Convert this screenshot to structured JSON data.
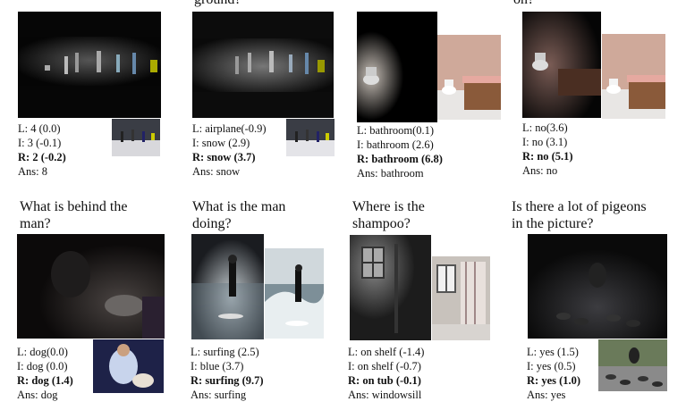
{
  "top_questions": [
    "ground?",
    "on?"
  ],
  "panels_top": [
    {
      "L": "L: 4 (0.0)",
      "I": "I: 3 (-0.1)",
      "R": "R: 2 (-0.2)",
      "Ans": "Ans: 8"
    },
    {
      "L": "L: airplane(-0.9)",
      "I": "I: snow (2.9)",
      "R": "R: snow (3.7)",
      "Ans": "Ans: snow"
    },
    {
      "L": "L: bathroom(0.1)",
      "I": "I: bathroom (2.6)",
      "R": "R: bathroom (6.8)",
      "Ans": "Ans: bathroom"
    },
    {
      "L": "L: no(3.6)",
      "I": "I: no (3.1)",
      "R": "R: no (5.1)",
      "Ans": "Ans: no"
    }
  ],
  "panels_bottom": [
    {
      "question": [
        "What is behind the",
        "man?"
      ],
      "L": "L: dog(0.0)",
      "I": "I: dog (0.0)",
      "R": "R: dog (1.4)",
      "Ans": "Ans: dog"
    },
    {
      "question": [
        "What is the man",
        "doing?"
      ],
      "L": "L: surfing (2.5)",
      "I": "I: blue (3.7)",
      "R": "R: surfing (9.7)",
      "Ans": "Ans: surfing"
    },
    {
      "question": [
        "Where is the",
        "shampoo?"
      ],
      "L": "L: on shelf (-1.4)",
      "I": "I: on shelf (-0.7)",
      "R": "R: on tub (-0.1)",
      "Ans": "Ans: windowsill"
    },
    {
      "question": [
        "Is there a lot of pigeons",
        "in the picture?"
      ],
      "L": "L: yes (1.5)",
      "I": "I: yes (0.5)",
      "R": "R: yes (1.0)",
      "Ans": "Ans: yes"
    }
  ]
}
